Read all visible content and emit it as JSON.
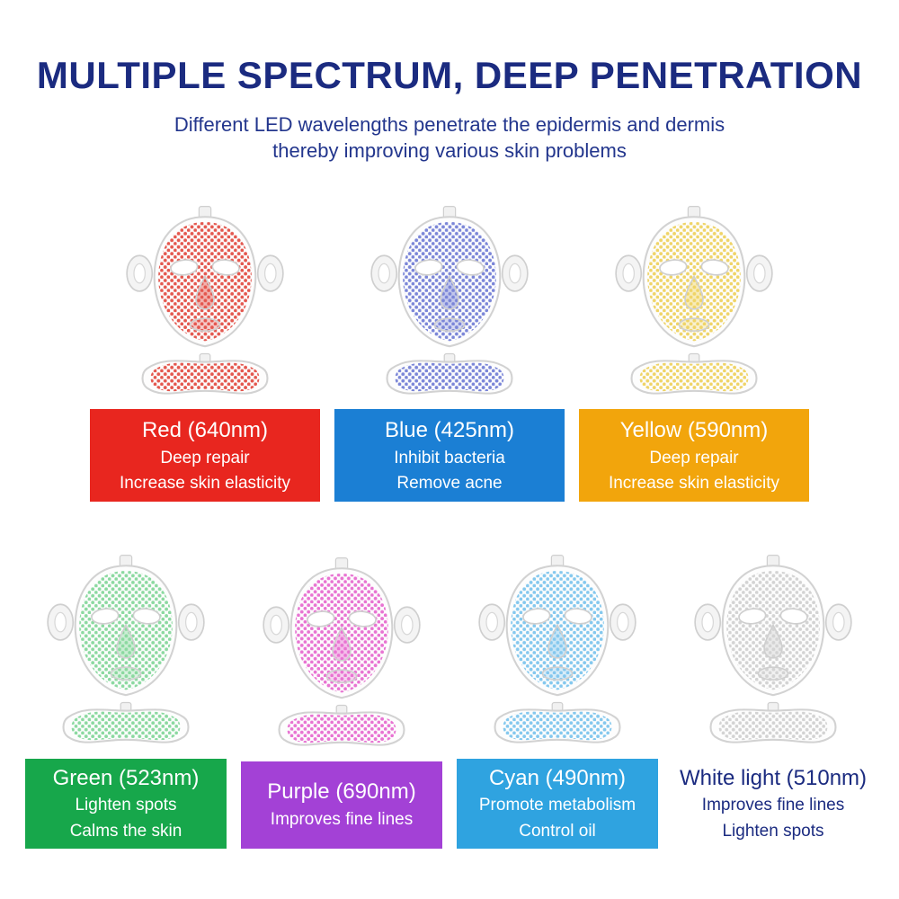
{
  "header": {
    "title": "MULTIPLE SPECTRUM, DEEP PENETRATION",
    "subtitle_line1": "Different LED wavelengths penetrate the epidermis and dermis",
    "subtitle_line2": "thereby improving various skin problems"
  },
  "masks": [
    {
      "name": "red",
      "label": "Red (640nm)",
      "lines": [
        "Deep repair",
        "Increase skin elasticity"
      ],
      "box_color": "#e8261f",
      "text_color": "#ffffff",
      "led_color": "#e4574e"
    },
    {
      "name": "blue",
      "label": "Blue (425nm)",
      "lines": [
        "Inhibit bacteria",
        "Remove acne"
      ],
      "box_color": "#1b7fd4",
      "text_color": "#ffffff",
      "led_color": "#7b86d8"
    },
    {
      "name": "yellow",
      "label": "Yellow (590nm)",
      "lines": [
        "Deep repair",
        "Increase skin elasticity"
      ],
      "box_color": "#f2a50c",
      "text_color": "#ffffff",
      "led_color": "#efd467"
    },
    {
      "name": "green",
      "label": "Green (523nm)",
      "lines": [
        "Lighten spots",
        "Calms the skin"
      ],
      "box_color": "#17a74b",
      "text_color": "#ffffff",
      "led_color": "#8bd9a0"
    },
    {
      "name": "purple",
      "label": "Purple (690nm)",
      "lines": [
        "Improves fine lines"
      ],
      "box_color": "#a341d6",
      "text_color": "#ffffff",
      "led_color": "#e873d2"
    },
    {
      "name": "cyan",
      "label": "Cyan (490nm)",
      "lines": [
        "Promote metabolism",
        "Control oil"
      ],
      "box_color": "#2fa3e0",
      "text_color": "#ffffff",
      "led_color": "#84c8ee"
    },
    {
      "name": "white",
      "label": "White light (510nm)",
      "lines": [
        "Improves fine lines",
        "Lighten spots"
      ],
      "box_color": "#ffffff",
      "text_color": "#1b2b80",
      "led_color": "#d3d3d3"
    }
  ]
}
